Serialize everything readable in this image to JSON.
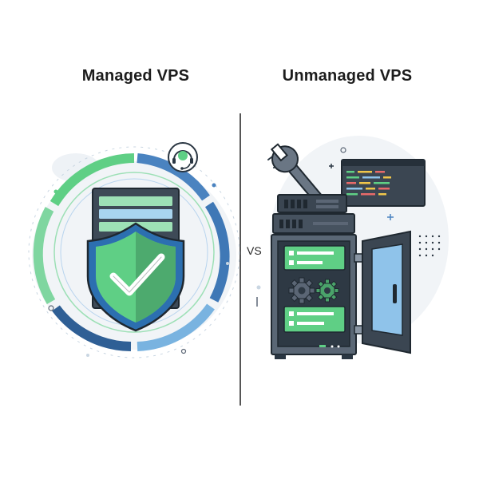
{
  "left": {
    "title": "Managed VPS"
  },
  "right": {
    "title": "Unmanaged VPS"
  },
  "vs_label": "VS",
  "icons": {
    "left": [
      "support-headset-icon",
      "security-shield-checkmark-icon",
      "server-stack-icon"
    ],
    "right": [
      "wrench-icon",
      "code-terminal-icon",
      "open-server-cabinet-icon",
      "gear-icon"
    ]
  },
  "colors": {
    "green": "#5fcf85",
    "dark_green": "#4aa36a",
    "blue": "#4a83c0",
    "dark_blue": "#26476f",
    "outline": "#2a3642",
    "gray": "#5b6675"
  }
}
